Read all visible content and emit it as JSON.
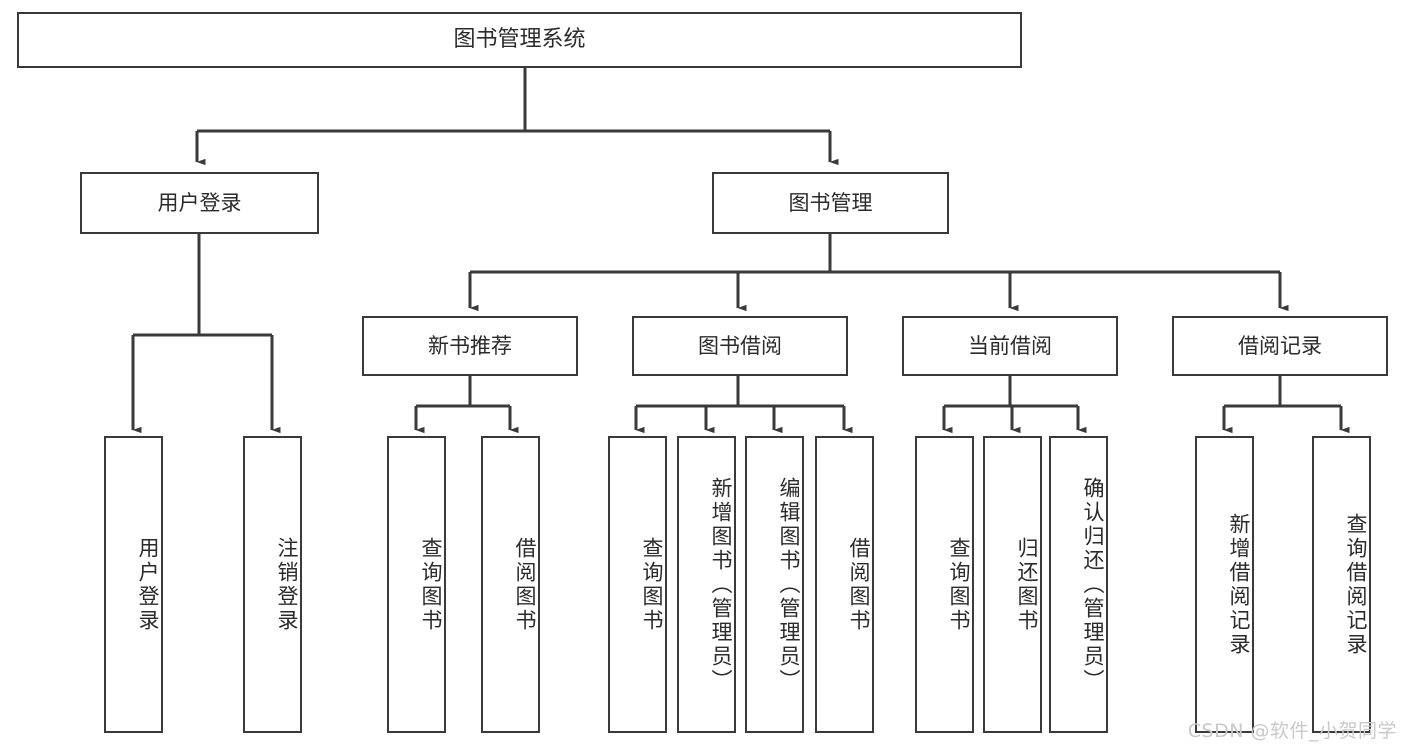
{
  "diagram": {
    "title": "图书管理系统",
    "type": "tree",
    "orientation": "top-down",
    "line_color": "#3a3a3a",
    "box_fill": "#ffffff",
    "text_color": "#2b2b2b"
  },
  "nodes": {
    "root": {
      "label": "图书管理系统"
    },
    "level2": [
      {
        "id": "user-login",
        "label": "用户登录"
      },
      {
        "id": "book-manage",
        "label": "图书管理"
      }
    ],
    "level3": [
      {
        "id": "new-book-recommend",
        "label": "新书推荐"
      },
      {
        "id": "book-borrow",
        "label": "图书借阅"
      },
      {
        "id": "current-borrow",
        "label": "当前借阅"
      },
      {
        "id": "borrow-record",
        "label": "借阅记录"
      }
    ],
    "leaves": {
      "user_login": [
        {
          "id": "leaf-user-login",
          "label": "用户登录"
        },
        {
          "id": "leaf-logout-login",
          "label": "注销登录"
        }
      ],
      "new_book_recommend": [
        {
          "id": "leaf-query-book-1",
          "label": "查询图书"
        },
        {
          "id": "leaf-borrow-book-1",
          "label": "借阅图书"
        }
      ],
      "book_borrow": [
        {
          "id": "leaf-query-book-2",
          "label": "查询图书"
        },
        {
          "id": "leaf-add-book",
          "label": "新增图书（管理员）"
        },
        {
          "id": "leaf-edit-book",
          "label": "编辑图书（管理员）"
        },
        {
          "id": "leaf-borrow-book-2",
          "label": "借阅图书"
        }
      ],
      "current_borrow": [
        {
          "id": "leaf-query-book-3",
          "label": "查询图书"
        },
        {
          "id": "leaf-return-book",
          "label": "归还图书"
        },
        {
          "id": "leaf-confirm-return",
          "label": "确认归还（管理员）"
        }
      ],
      "borrow_record": [
        {
          "id": "leaf-add-record",
          "label": "新增借阅记录"
        },
        {
          "id": "leaf-query-record",
          "label": "查询借阅记录"
        }
      ]
    }
  },
  "watermark": {
    "text": "CSDN @软件_小贺同学"
  }
}
